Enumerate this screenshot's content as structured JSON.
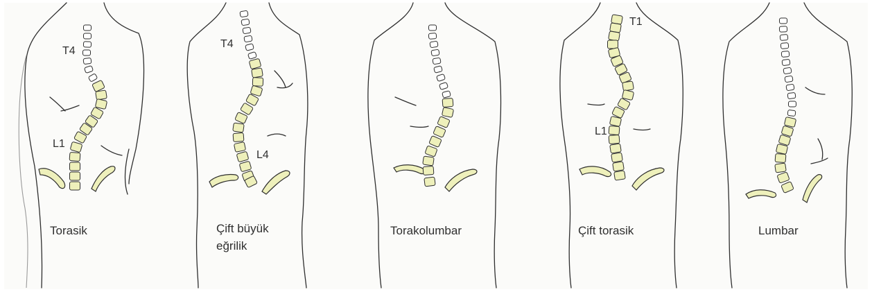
{
  "colors": {
    "background": "#fbfbf9",
    "outline": "#2e2e2e",
    "vertebra_fill_plain": "#ffffff",
    "vertebra_fill_curve": "#eef0bb"
  },
  "panels": [
    {
      "id": "torasik",
      "caption": [
        "Torasik"
      ],
      "levels": [
        "T4",
        "L1"
      ]
    },
    {
      "id": "cift-buyuk-egrilik",
      "caption": [
        "Çift büyük",
        "eğrilik"
      ],
      "levels": [
        "T4",
        "L4"
      ]
    },
    {
      "id": "torakolumbar",
      "caption": [
        "Torakolumbar"
      ],
      "levels": []
    },
    {
      "id": "cift-torasik",
      "caption": [
        "Çift torasik"
      ],
      "levels": [
        "T1",
        "L1"
      ]
    },
    {
      "id": "lumbar",
      "caption": [
        "Lumbar"
      ],
      "levels": []
    }
  ]
}
